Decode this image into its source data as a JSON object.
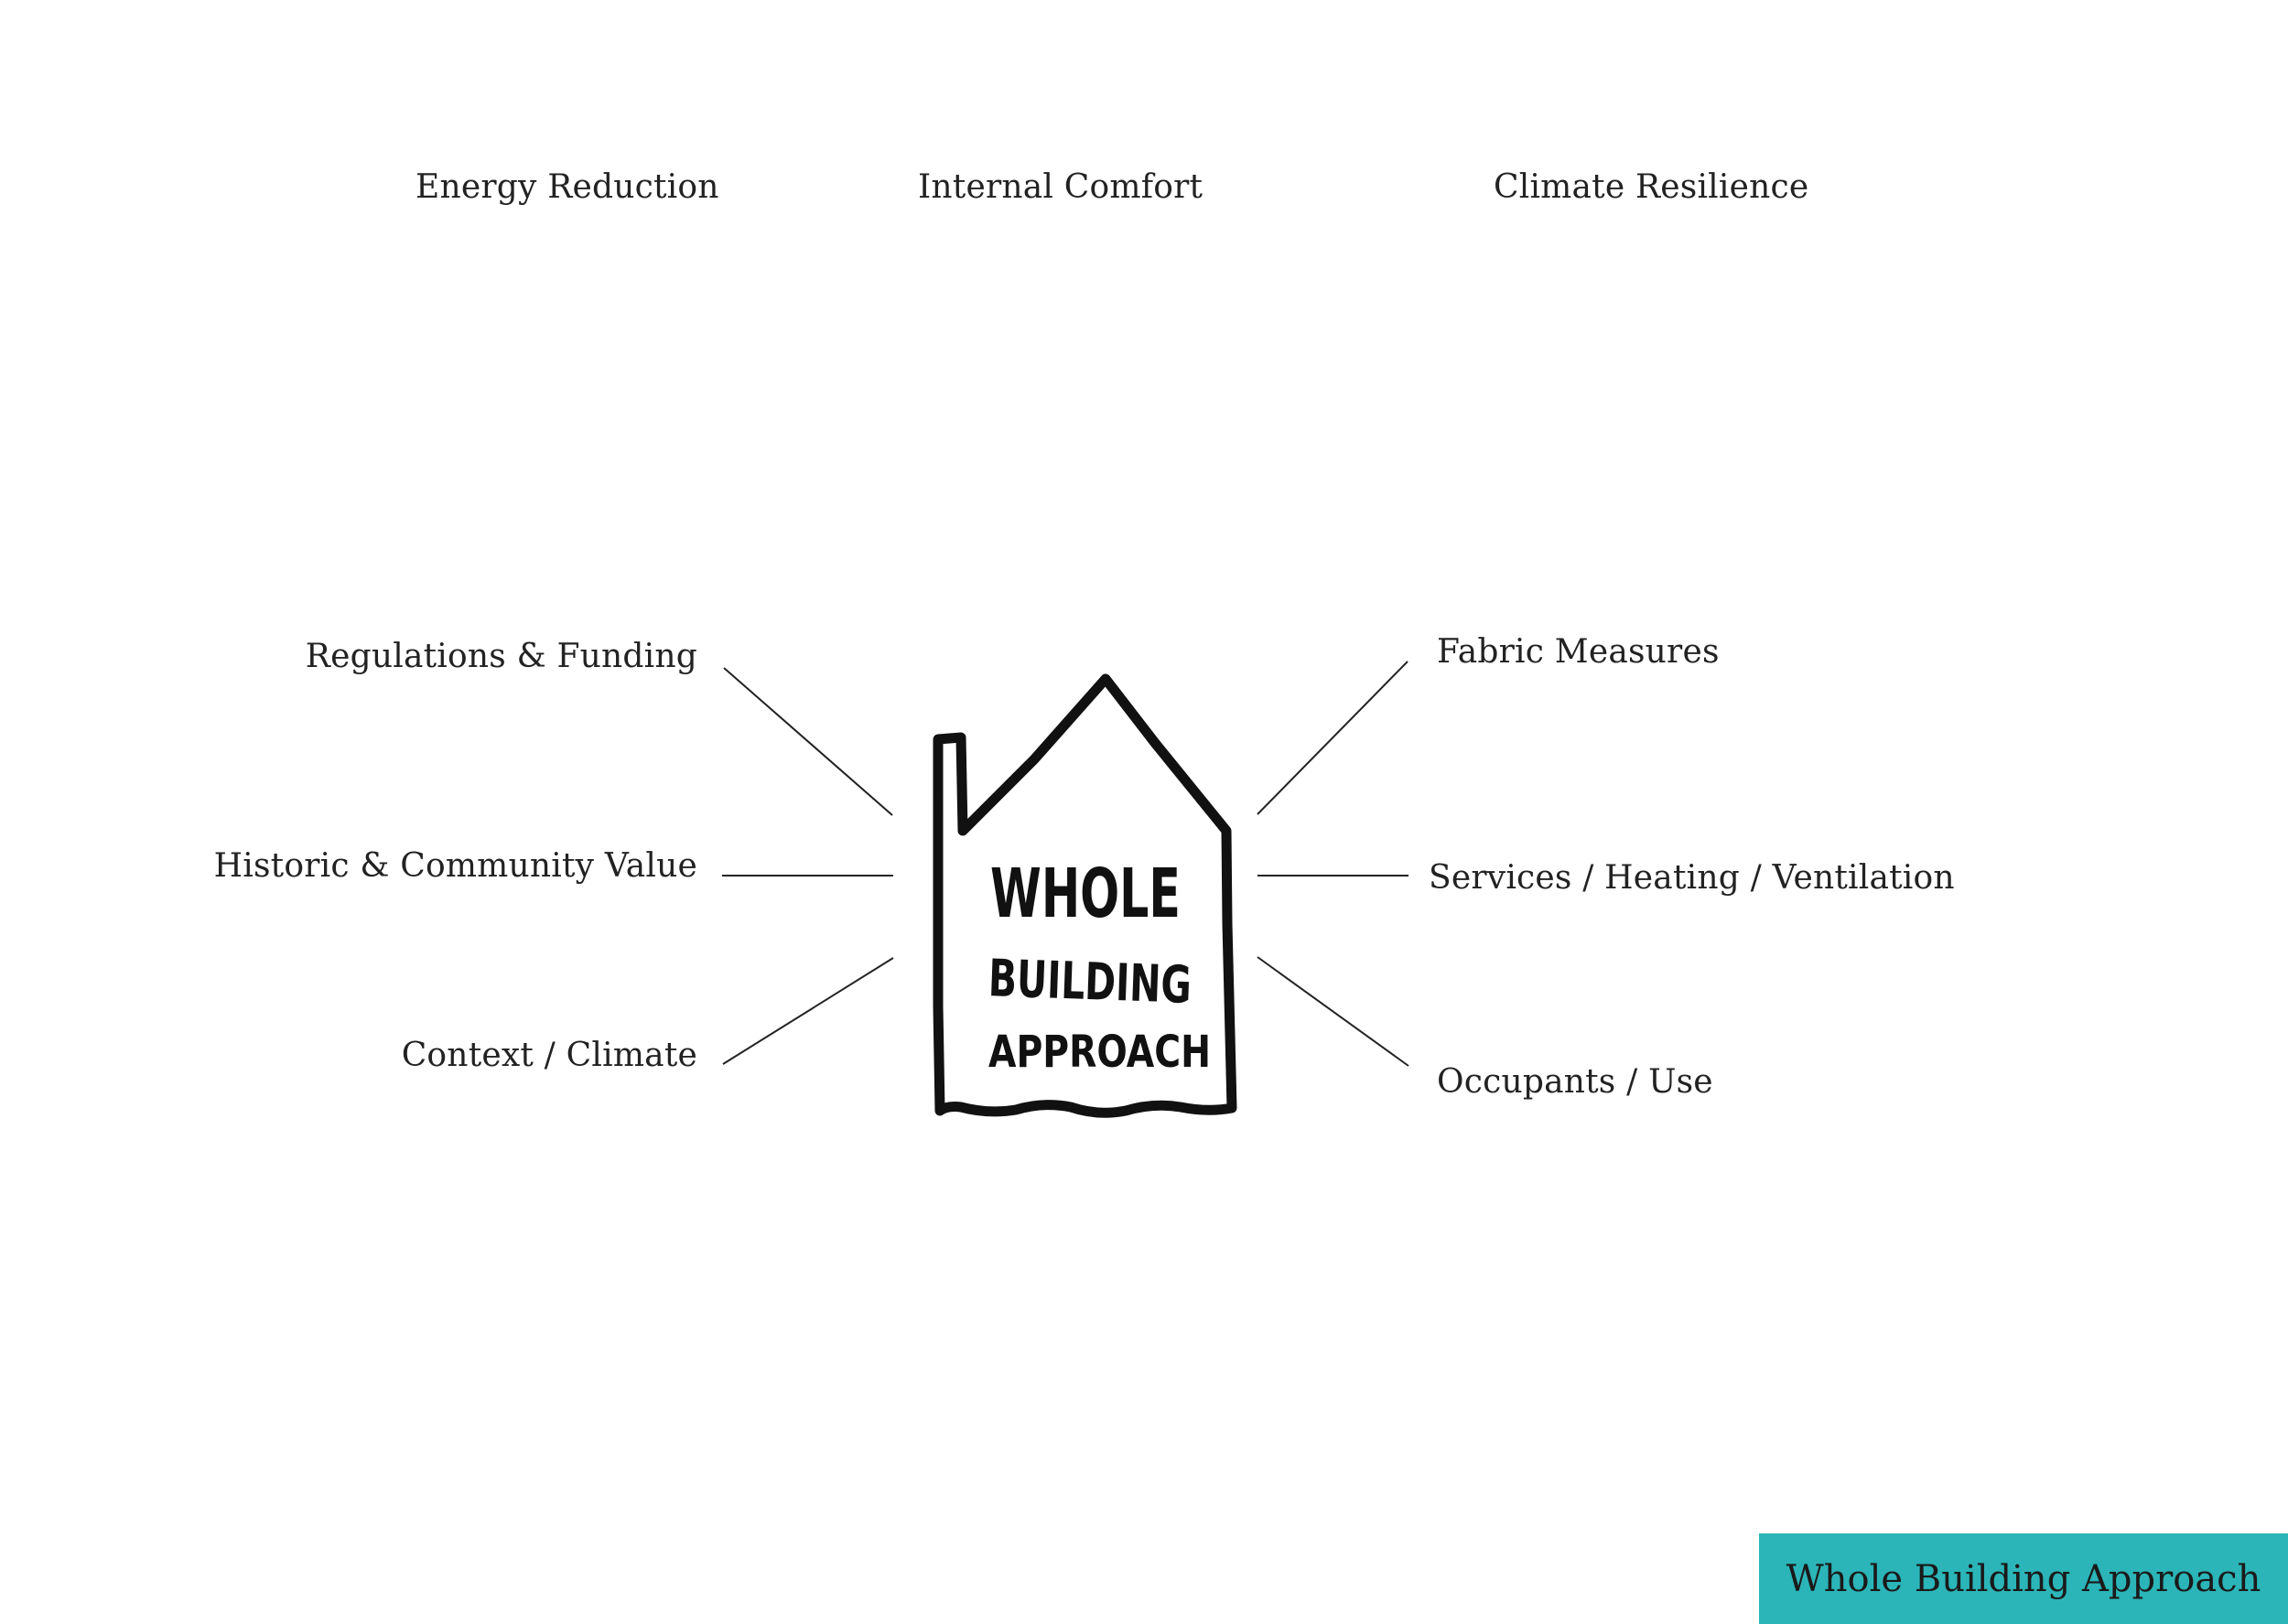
{
  "top_labels": {
    "energy_reduction": "Energy Reduction",
    "internal_comfort": "Internal Comfort",
    "climate_resilience": "Climate Resilience"
  },
  "left_labels": {
    "regulations_funding": "Regulations & Funding",
    "historic_community": "Historic & Community Value",
    "context_climate": "Context / Climate"
  },
  "right_labels": {
    "fabric_measures": "Fabric Measures",
    "services": "Services / Heating / Ventilation",
    "occupants": "Occupants / Use"
  },
  "house": {
    "line1": "WHOLE",
    "line2": "BUILDING",
    "line3": "APPROACH"
  },
  "footer": {
    "title": "Whole Building Approach"
  },
  "colors": {
    "accent": "#2bb5b8",
    "ink": "#111111"
  }
}
